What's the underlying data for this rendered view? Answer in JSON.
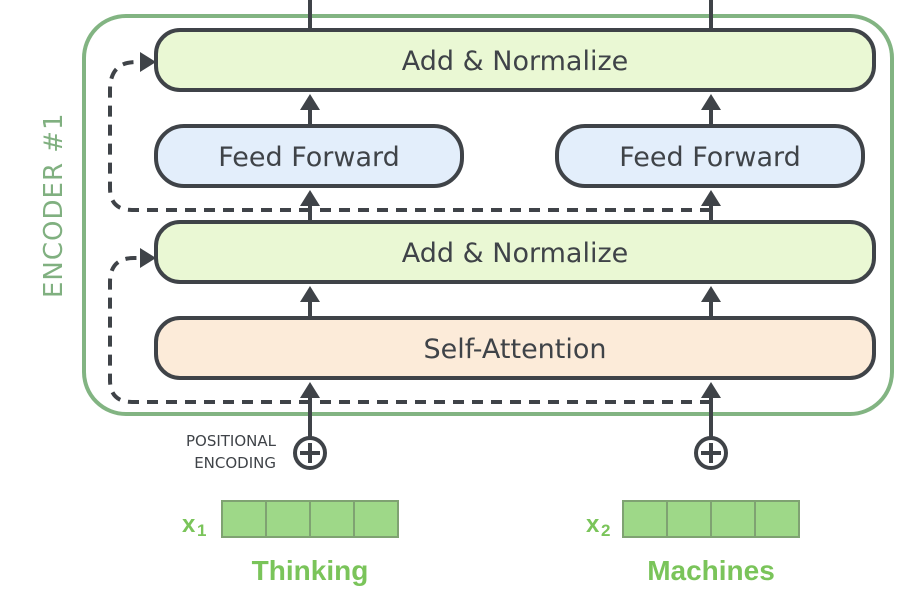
{
  "encoder": {
    "label": "ENCODER #1"
  },
  "blocks": {
    "add_norm_top": "Add & Normalize",
    "feed_forward_left": "Feed Forward",
    "feed_forward_right": "Feed Forward",
    "add_norm_bottom": "Add & Normalize",
    "self_attention": "Self-Attention"
  },
  "positional_encoding": {
    "line1": "POSITIONAL",
    "line2": "ENCODING"
  },
  "inputs": [
    {
      "symbol": "x",
      "subscript": "1",
      "word": "Thinking"
    },
    {
      "symbol": "x",
      "subscript": "2",
      "word": "Machines"
    }
  ],
  "colors": {
    "encoder_border": "#82b482",
    "add_norm_fill": "#eaf8d4",
    "feed_forward_fill": "#e3eefb",
    "self_attention_fill": "#fcebd9",
    "stroke": "#3f4348",
    "embedding_fill": "#9ed888",
    "accent_green": "#7ac45a"
  }
}
